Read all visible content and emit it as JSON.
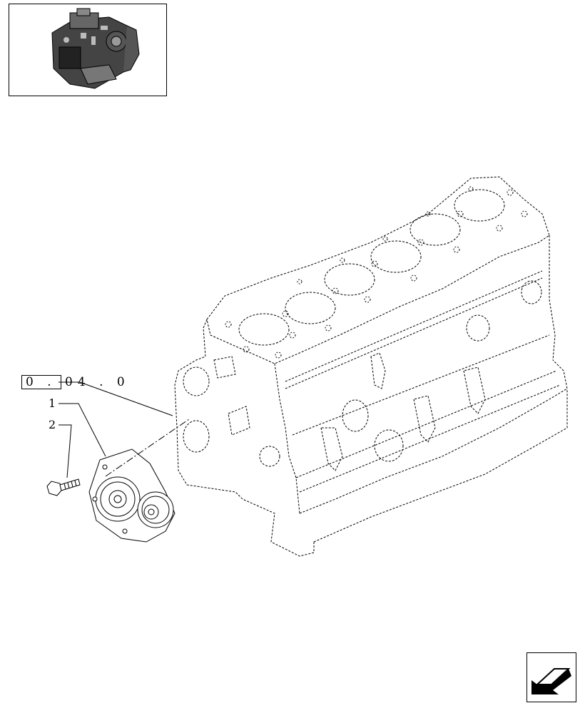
{
  "reference": {
    "code": "0 . 04 . 0"
  },
  "callouts": {
    "item_1": "1",
    "item_2": "2"
  },
  "icons": {
    "thumbnail": "engine-assembly-thumbnail",
    "navigation": "next-page-arrow-icon"
  }
}
